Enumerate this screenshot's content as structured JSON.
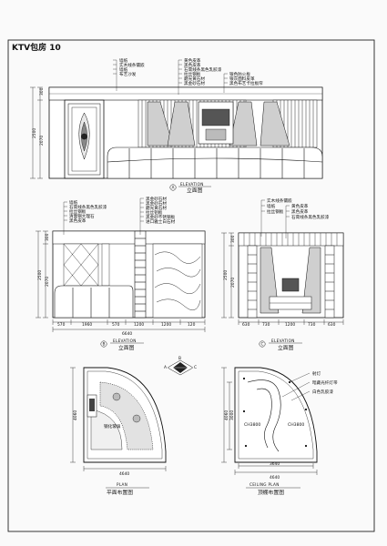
{
  "title": "KTV包房 10",
  "elevation_main": {
    "labels_left": [
      "墙纸",
      "实木线条镶嵌",
      "墙纸",
      "布艺沙发"
    ],
    "labels_right": [
      "黄色皮革",
      "黑色皮革",
      "石膏线条黑色乳胶漆",
      "拉丝钢板",
      "磨光黄石材",
      "黑金砂石材"
    ],
    "labels_far_right": [
      "银色防火板",
      "银灰面料皮革",
      "黑色布艺卡拉板帘"
    ],
    "dims": [
      "300",
      "2500",
      "2070"
    ],
    "marker": "A",
    "title_en": "ELEVATION",
    "title_cn": "立面图"
  },
  "elevation_b": {
    "labels_left": [
      "墙纸",
      "石膏线条黑色乳胶漆",
      "拉丝钢板",
      "清面钢大理石",
      "黑色皮革"
    ],
    "labels_right": [
      "黑金砂石材",
      "黑金砂石材",
      "磨光黄石材",
      "拉丝铝板",
      "黑金砂不锈钢板",
      "进口雅士白石材"
    ],
    "dims_vertical": [
      "300",
      "2500",
      "2070"
    ],
    "dims_horizontal": [
      "570",
      "1960",
      "570",
      "1200",
      "1200",
      "120"
    ],
    "total": "6640",
    "marker": "B",
    "title_en": "ELEVATION",
    "title_cn": "立面图"
  },
  "elevation_c": {
    "labels": [
      "实木线条镶嵌",
      "墙纸",
      "拉丝钢板",
      "黄色皮革",
      "黑色皮革",
      "石膏线条黑色乳胶漆"
    ],
    "dims_vertical": [
      "300",
      "2500",
      "2070"
    ],
    "dims_horizontal": [
      "630",
      "730",
      "1200",
      "730",
      "630"
    ],
    "marker": "C",
    "title_en": "ELEVATION",
    "title_cn": "立面图"
  },
  "plan": {
    "dim_v": "4060",
    "dim_h": "4640",
    "inner_label": "钢化玻璃",
    "compass": [
      "A",
      "B",
      "C"
    ],
    "title_en": "PLAN",
    "title_cn": "平面布置图"
  },
  "ceiling": {
    "labels": [
      "射灯",
      "暗藏光纤灯带",
      "白色乳胶漆"
    ],
    "fixtures": [
      "CH3800",
      "CH3800"
    ],
    "dims_v": [
      "3000",
      "4060"
    ],
    "dims_h": [
      "3640",
      "4640"
    ],
    "title_en": "CEILING PLAN",
    "title_cn": "顶棚布置图"
  }
}
